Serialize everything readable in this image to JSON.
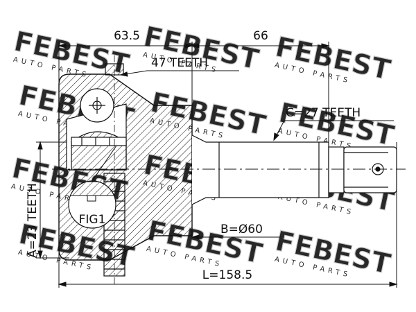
{
  "dimensions": {
    "left_length": "63.5",
    "shaft_length": "66",
    "total_length": "L=158.5"
  },
  "labels": {
    "outer_teeth": "47 TEETH",
    "shaft_teeth": "C=27 TEETH",
    "inner_teeth": "A=23 TEETH",
    "bell_diameter": "B=Ø60",
    "figure_callout": "FIG1"
  },
  "watermark": {
    "brand": "FEBEST",
    "tagline": "AUTO PARTS"
  },
  "colors": {
    "line": "#111111",
    "watermark": "#c8c8c8",
    "background": "#ffffff"
  }
}
